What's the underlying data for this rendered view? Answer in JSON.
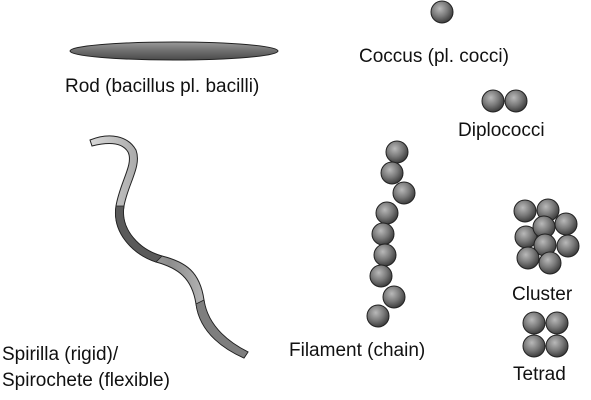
{
  "labels": {
    "rod": "Rod (bacillus pl. bacilli)",
    "coccus": "Coccus (pl. cocci)",
    "diplococci": "Diplococci",
    "spirilla_line1": "Spirilla (rigid)/",
    "spirilla_line2": "Spirochete (flexible)",
    "filament": "Filament (chain)",
    "cluster": "Cluster",
    "tetrad": "Tetrad"
  },
  "colors": {
    "sphere_light": "#b9b9b9",
    "sphere_mid": "#7a7a7a",
    "sphere_dark": "#3e3e3e",
    "outline": "#222222"
  }
}
